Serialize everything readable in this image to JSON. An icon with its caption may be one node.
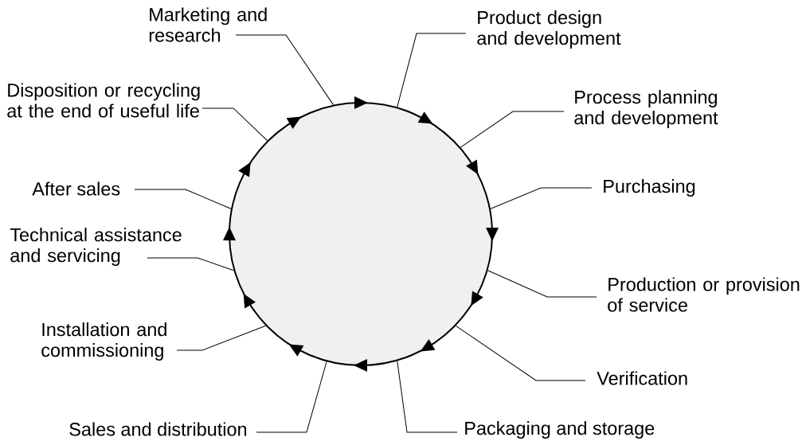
{
  "diagram": {
    "nodes": [
      {
        "text": [],
        "shape": "circle"
      },
      {
        "text": [
          "Marketing and research"
        ]
      },
      {
        "text": [
          "Product design and development"
        ]
      },
      {
        "text": [
          "Process planning and development"
        ]
      },
      {
        "text": [
          "Purchasing"
        ]
      },
      {
        "text": [
          "Production or provision of service"
        ]
      },
      {
        "text": [
          "Verification"
        ]
      },
      {
        "text": [
          "Packaging and storage"
        ]
      },
      {
        "text": [
          "Sales and distribution"
        ]
      },
      {
        "text": [
          "Installation and commissioning"
        ]
      },
      {
        "text": [
          "Technical assistance and servicing"
        ]
      },
      {
        "text": [
          "After sales"
        ]
      },
      {
        "text": [
          "Disposition or recycling at the end of useful life"
        ]
      }
    ],
    "edges": [
      {
        "from": 1,
        "to": 0,
        "arrow": "none"
      },
      {
        "from": 2,
        "to": 0,
        "arrow": "none"
      },
      {
        "from": 3,
        "to": 0,
        "arrow": "none"
      },
      {
        "from": 4,
        "to": 0,
        "arrow": "none"
      },
      {
        "from": 5,
        "to": 0,
        "arrow": "none"
      },
      {
        "from": 6,
        "to": 0,
        "arrow": "none"
      },
      {
        "from": 7,
        "to": 0,
        "arrow": "none"
      },
      {
        "from": 8,
        "to": 0,
        "arrow": "none"
      },
      {
        "from": 9,
        "to": 0,
        "arrow": "none"
      },
      {
        "from": 10,
        "to": 0,
        "arrow": "none"
      },
      {
        "from": 11,
        "to": 0,
        "arrow": "none"
      },
      {
        "from": 12,
        "to": 0,
        "arrow": "none"
      }
    ]
  }
}
